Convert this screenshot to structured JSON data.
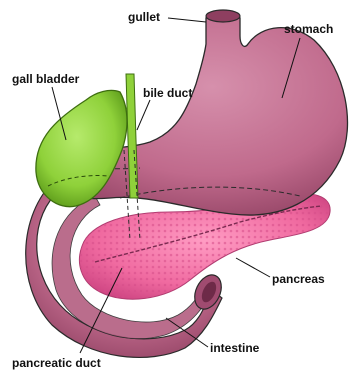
{
  "diagram": {
    "labels": {
      "gullet": "gullet",
      "stomach": "stomach",
      "gall_bladder": "gall bladder",
      "bile_duct": "bile duct",
      "pancreas": "pancreas",
      "intestine": "intestine",
      "pancreatic_duct": "pancreatic duct"
    },
    "colors": {
      "stomach": "#c06a8c",
      "stomach_dark": "#8e3f60",
      "gall_bladder": "#8fd13a",
      "gall_bladder_dark": "#4f8d12",
      "pancreas": "#f06aa0",
      "pancreas_dark": "#c63c7b",
      "outline": "#2a2a2a",
      "leader_line": "#111111"
    }
  }
}
